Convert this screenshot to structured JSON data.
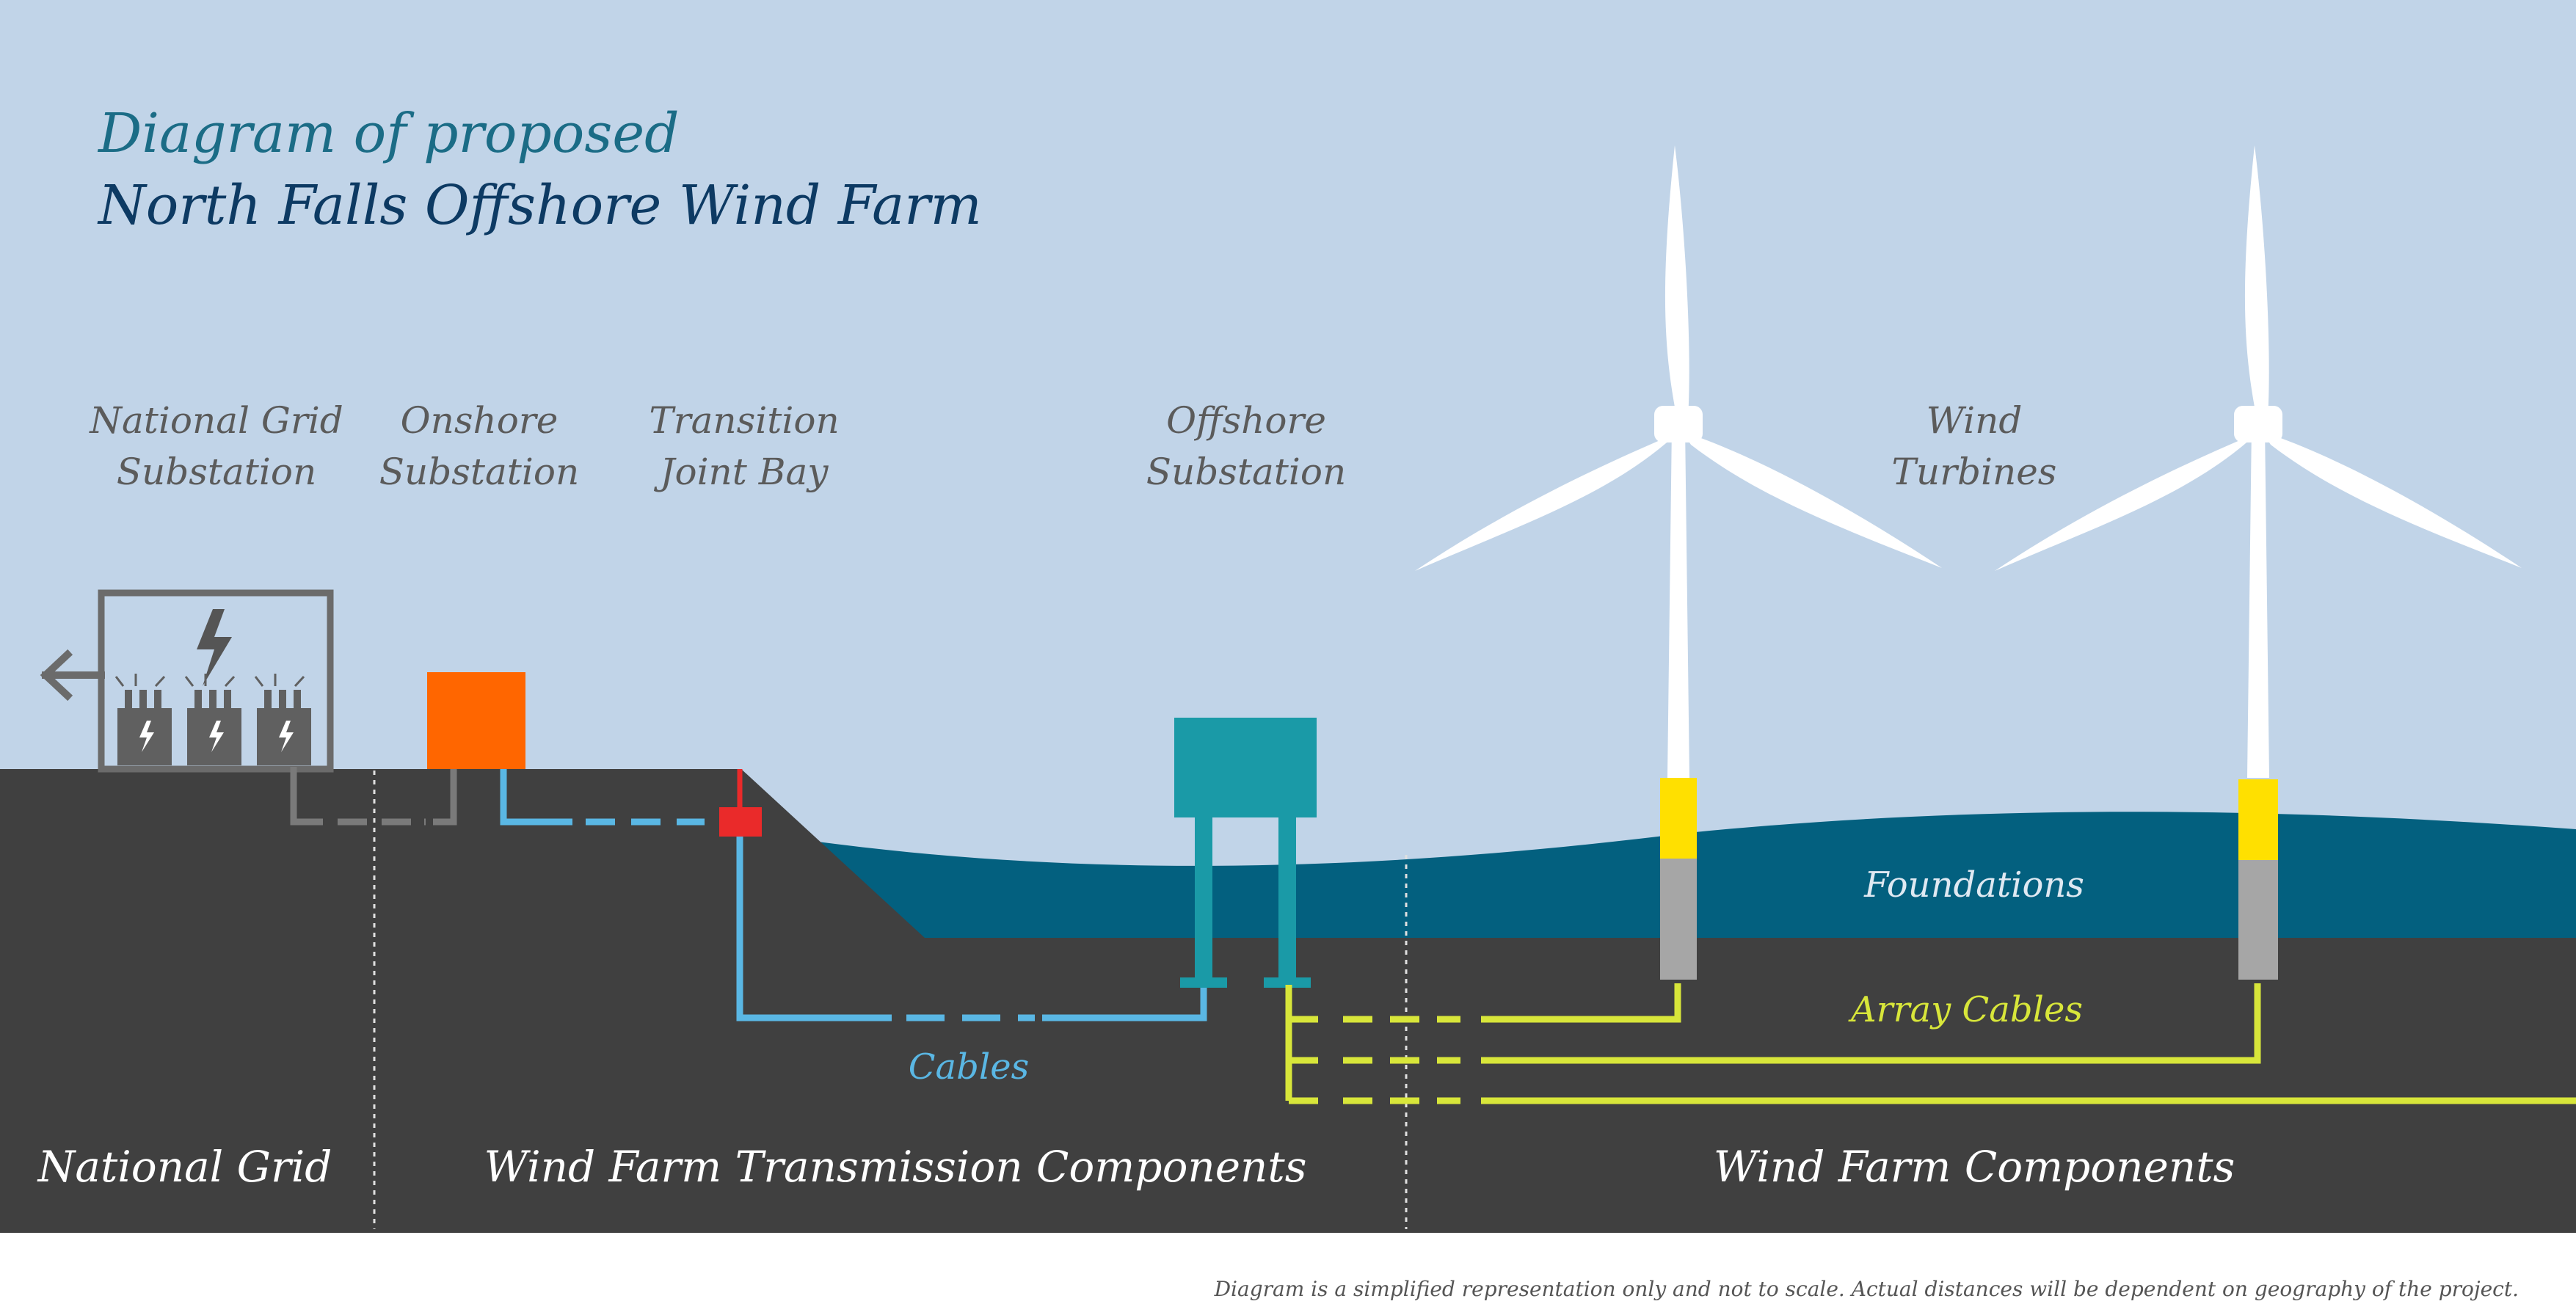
{
  "title": {
    "line1": "Diagram of proposed",
    "line2": "North Falls Offshore Wind Farm"
  },
  "labels": {
    "national_grid_substation": [
      "National Grid",
      "Substation"
    ],
    "onshore_substation": [
      "Onshore",
      "Substation"
    ],
    "transition_joint_bay": [
      "Transition",
      "Joint Bay"
    ],
    "offshore_substation": [
      "Offshore",
      "Substation"
    ],
    "wind_turbines": [
      "Wind",
      "Turbines"
    ],
    "foundations": "Foundations",
    "array_cables": "Array Cables",
    "cables": "Cables"
  },
  "zones": {
    "national_grid": "National Grid",
    "transmission": "Wind Farm Transmission Components",
    "wind_farm": "Wind Farm Components"
  },
  "footnote": "Diagram is a simplified representation only and not to scale. Actual distances will be dependent on geography of the project.",
  "icons": [
    "lightning-icon",
    "arrow-left-icon",
    "transformer-icon",
    "wind-turbine-icon"
  ],
  "colors": {
    "sky": "#c1d4e8",
    "ground": "#404040",
    "sea": "#03607f",
    "onshore_substation": "#ff6600",
    "transition_joint_bay": "#ea2a2a",
    "offshore_substation": "#1a9aa7",
    "export_cable": "#5ab7e4",
    "array_cable": "#d8e63a",
    "foundation_yellow": "#ffe000",
    "foundation_grey": "#a6a6a6",
    "grid_grey": "#6b6b6b"
  }
}
